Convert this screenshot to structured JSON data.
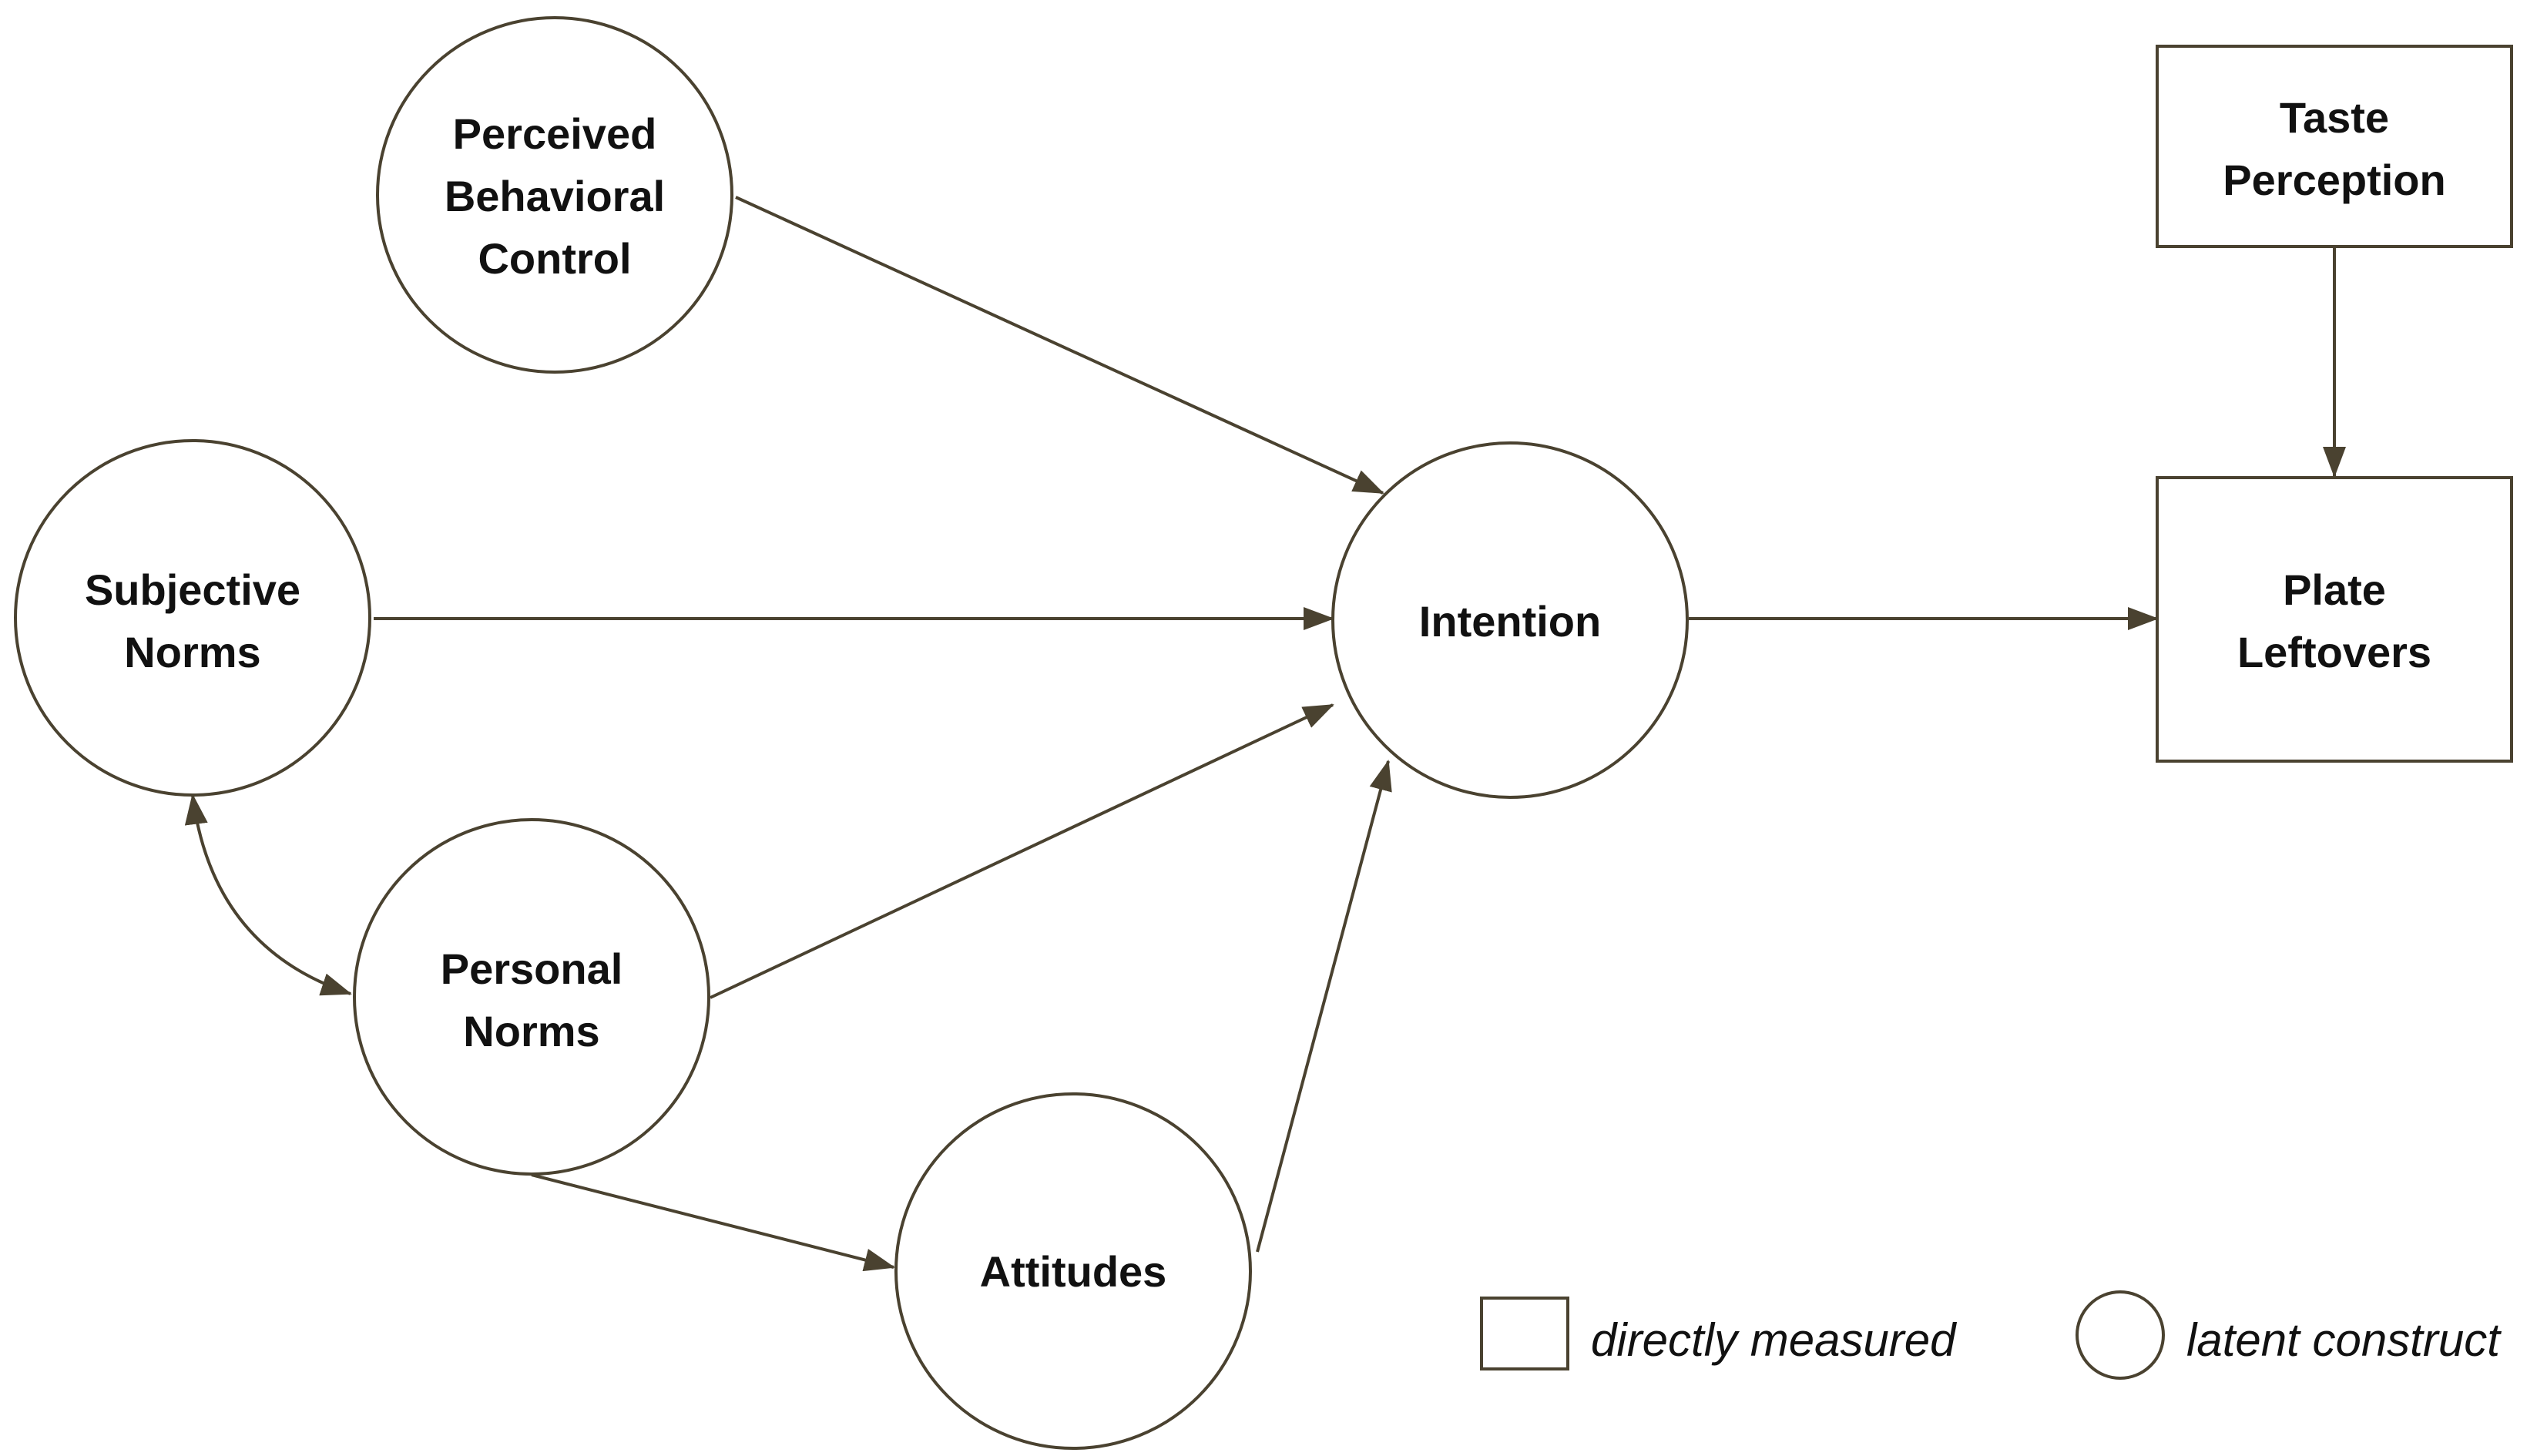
{
  "colors": {
    "stroke": "#4a4230",
    "text": "#111111",
    "background": "#ffffff"
  },
  "nodes": {
    "pbc": {
      "shape": "circle",
      "lines": [
        "Perceived",
        "Behavioral",
        "Control"
      ]
    },
    "subjective_norms": {
      "shape": "circle",
      "lines": [
        "Subjective",
        "Norms"
      ]
    },
    "personal_norms": {
      "shape": "circle",
      "lines": [
        "Personal",
        "Norms"
      ]
    },
    "attitudes": {
      "shape": "circle",
      "lines": [
        "Attitudes"
      ]
    },
    "intention": {
      "shape": "circle",
      "lines": [
        "Intention"
      ]
    },
    "taste_perception": {
      "shape": "box",
      "lines": [
        "Taste",
        "Perception"
      ]
    },
    "plate_leftovers": {
      "shape": "box",
      "lines": [
        "Plate",
        "Leftovers"
      ]
    }
  },
  "edges": [
    {
      "from": "pbc",
      "to": "intention",
      "type": "directed"
    },
    {
      "from": "subjective_norms",
      "to": "intention",
      "type": "directed"
    },
    {
      "from": "personal_norms",
      "to": "intention",
      "type": "directed"
    },
    {
      "from": "attitudes",
      "to": "intention",
      "type": "directed"
    },
    {
      "from": "personal_norms",
      "to": "attitudes",
      "type": "directed"
    },
    {
      "from": "subjective_norms",
      "to": "personal_norms",
      "type": "bidirectional"
    },
    {
      "from": "intention",
      "to": "plate_leftovers",
      "type": "directed"
    },
    {
      "from": "taste_perception",
      "to": "plate_leftovers",
      "type": "directed"
    }
  ],
  "legend": {
    "box_label": "directly measured",
    "circle_label": "latent construct"
  }
}
